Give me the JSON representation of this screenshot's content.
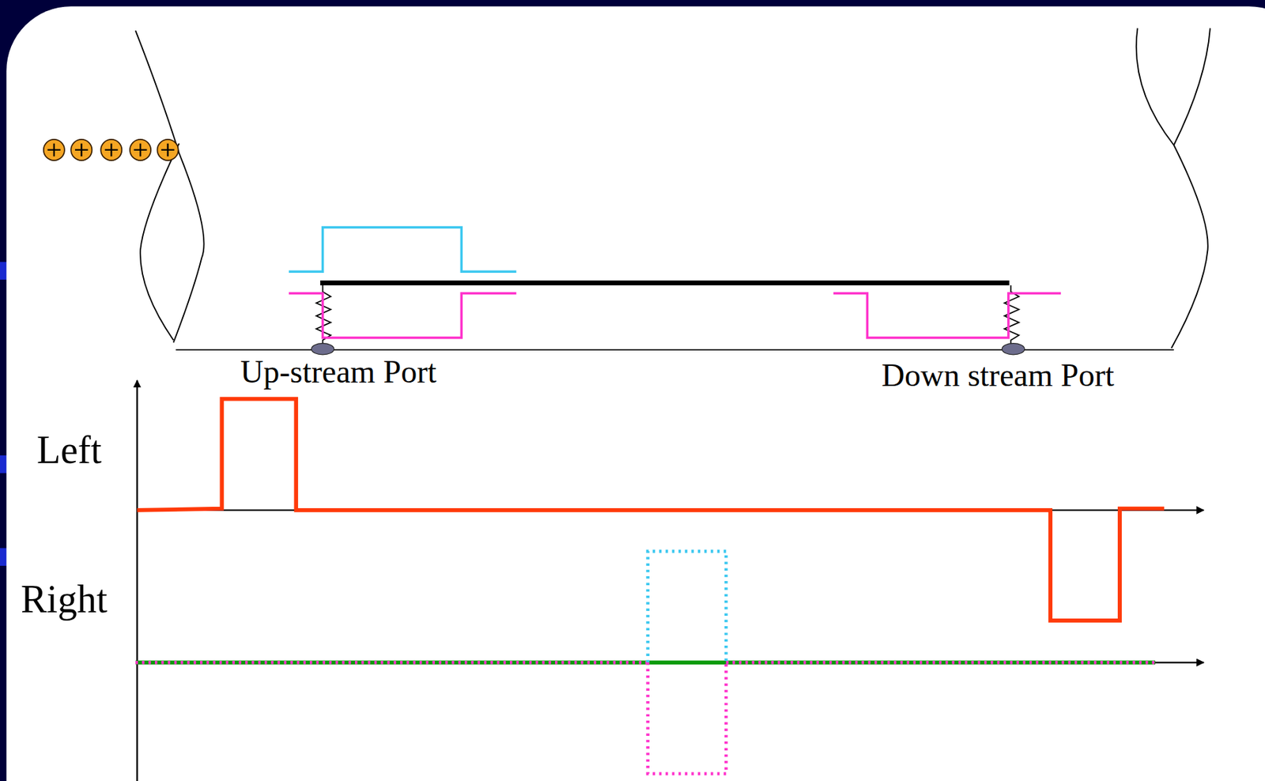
{
  "diagram": {
    "labels": [
      "Up-stream Port",
      "Down stream Port",
      "Left",
      "Right"
    ]
  }
}
